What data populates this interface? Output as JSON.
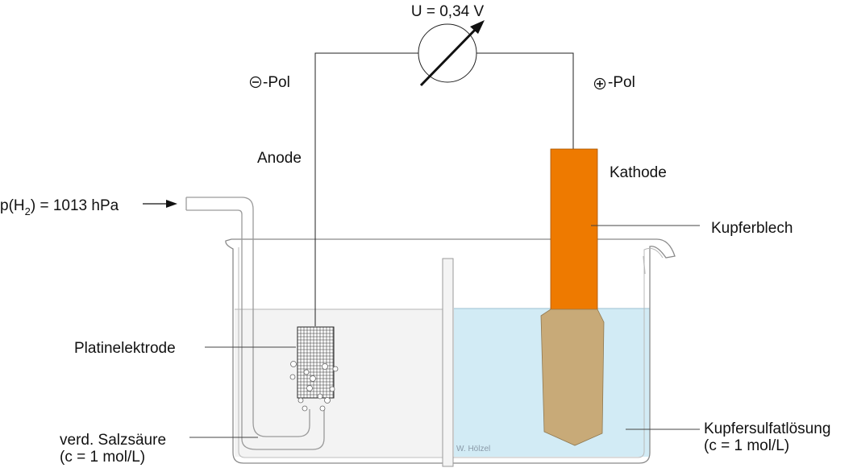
{
  "voltage": "U = 0,34 V",
  "neg_pole": "-Pol",
  "pos_pole": "-Pol",
  "anode": "Anode",
  "cathode": "Kathode",
  "copper_sheet": "Kupferblech",
  "hydrogen": {
    "prefix": "p(H",
    "subscript": "2",
    "suffix": ") = 1013 hPa"
  },
  "platinum_electrode": "Platinelektrode",
  "acid": {
    "line1": "verd. Salzsäure",
    "line2": "(c = 1 mol/L)"
  },
  "copper_solution": {
    "line1": "Kupfersulfatlösung",
    "line2": "(c = 1 mol/L)"
  },
  "signature": "W. Hölzel",
  "colors": {
    "copper": "#ee7a00",
    "copper_corroded": "#c8aa78",
    "solution": "#d2ebf5",
    "acid": "#f3f3f3",
    "glass": "#8a8a8a"
  }
}
